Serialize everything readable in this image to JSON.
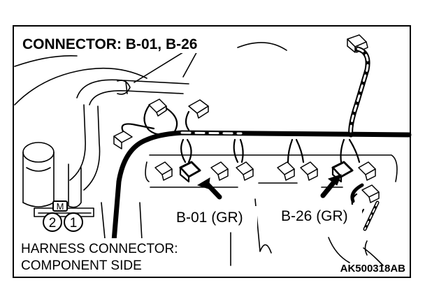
{
  "diagram": {
    "title": "CONNECTOR: B-01, B-26",
    "callouts": {
      "b01": "B-01 (GR)",
      "b26": "B-26 (GR)"
    },
    "caption": {
      "line1": "HARNESS CONNECTOR:",
      "line2": "COMPONENT SIDE"
    },
    "part_code": "AK500318AB",
    "component_marks": {
      "m": "M",
      "pin2": "2",
      "pin1": "1"
    },
    "colors": {
      "line": "#000000",
      "background": "#ffffff"
    }
  }
}
